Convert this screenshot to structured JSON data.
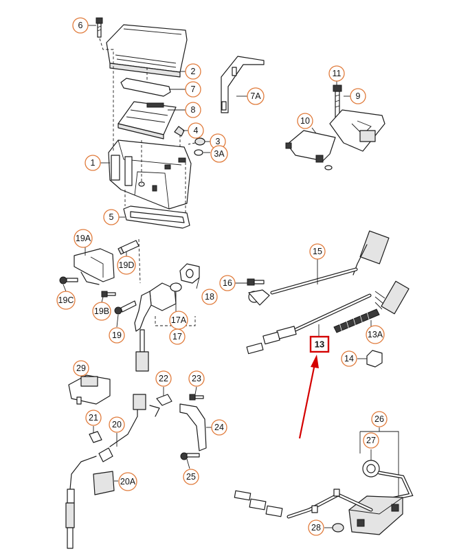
{
  "labels": {
    "p1": "1",
    "p2": "2",
    "p3": "3",
    "p3a": "3A",
    "p4": "4",
    "p5": "5",
    "p6": "6",
    "p7": "7",
    "p7a": "7A",
    "p8": "8",
    "p9": "9",
    "p10": "10",
    "p11": "11",
    "p13": "13",
    "p13a": "13A",
    "p14": "14",
    "p15": "15",
    "p16": "16",
    "p17": "17",
    "p17a": "17A",
    "p18": "18",
    "p19": "19",
    "p19a": "19A",
    "p19b": "19B",
    "p19c": "19C",
    "p19d": "19D",
    "p20": "20",
    "p20a": "20A",
    "p21": "21",
    "p22": "22",
    "p23": "23",
    "p24": "24",
    "p25": "25",
    "p26": "26",
    "p27": "27",
    "p28": "28",
    "p29": "29"
  },
  "colors": {
    "callout_ring": "#e07a3a",
    "highlight": "#d40000",
    "line": "#1a1a1a"
  },
  "highlighted_part": "13"
}
